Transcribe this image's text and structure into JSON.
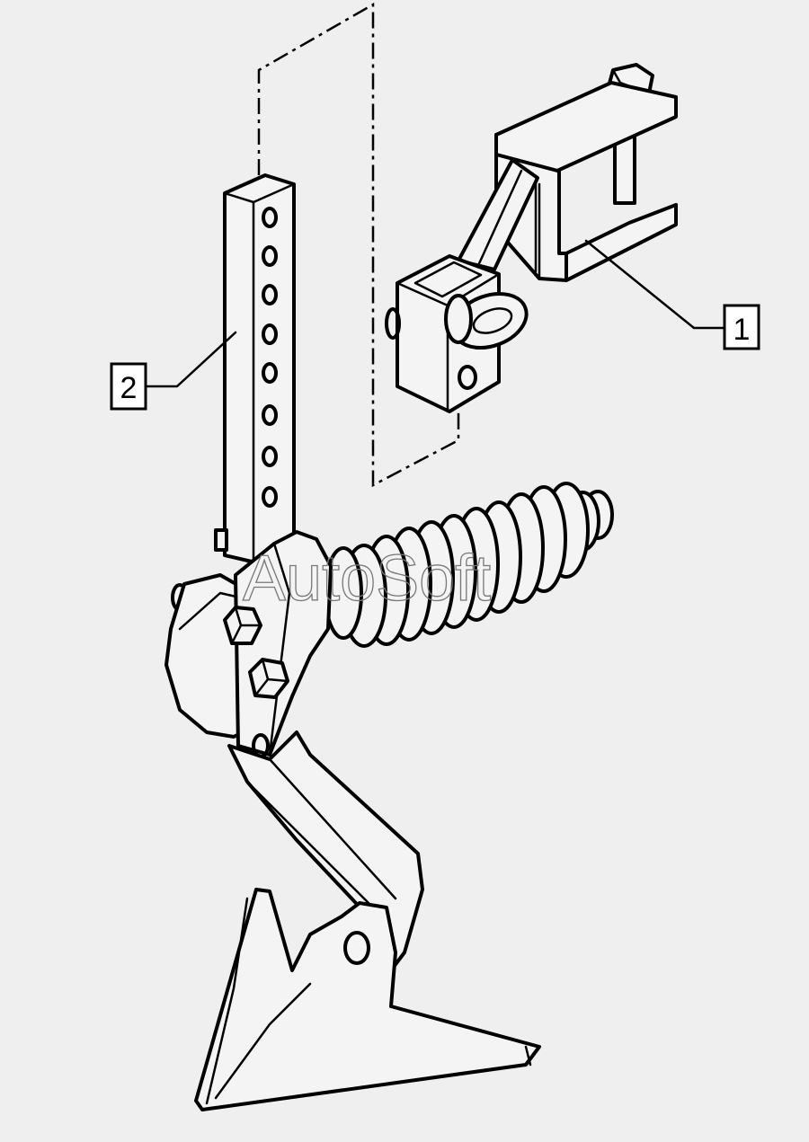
{
  "callouts": [
    {
      "id": "1",
      "label": "1"
    },
    {
      "id": "2",
      "label": "2"
    }
  ],
  "watermark": "AutoSoft",
  "colors": {
    "background": "#efefef",
    "line": "#000000",
    "callout_fill": "#ffffff"
  }
}
